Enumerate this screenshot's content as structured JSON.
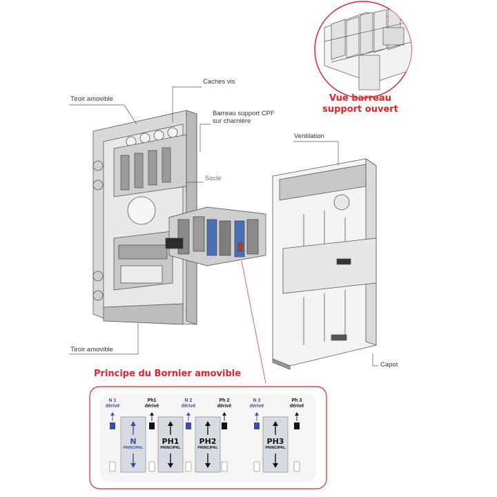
{
  "labels": {
    "tiroir_top": "Tiroir amovible",
    "caches_vis": "Caches vis",
    "barreau_line1": "Barreau support CPF",
    "barreau_line2": "sur charnière",
    "socle": "Socle",
    "ventilation": "Ventilation",
    "tiroir_bottom": "Tiroir amovible",
    "capot": "Capot"
  },
  "zoom_title": {
    "line1": "Vue barreau",
    "line2": "support ouvert"
  },
  "principe": {
    "title": "Principe du Bornier amovible",
    "top_labels": [
      {
        "l1": "N 1",
        "l2": "dérivé",
        "tone": "blue"
      },
      {
        "l1": "Ph1",
        "l2": "dérivé",
        "tone": "black"
      },
      {
        "l1": "N 2",
        "l2": "dérivé",
        "tone": "blue"
      },
      {
        "l1": "Ph 2",
        "l2": "dérivé",
        "tone": "black"
      },
      {
        "l1": "N 3",
        "l2": "dérivé",
        "tone": "blue"
      },
      {
        "l1": "Ph 3",
        "l2": "dérivé",
        "tone": "black"
      }
    ],
    "boxes": [
      {
        "title": "N",
        "sub": "PRINCIPAL",
        "tone": "blue"
      },
      {
        "title": "PH1",
        "sub": "PRINCIPAL",
        "tone": "black"
      },
      {
        "title": "PH2",
        "sub": "PRINCIPAL",
        "tone": "black"
      },
      {
        "title": "PH3",
        "sub": "PRINCIPAL",
        "tone": "black"
      }
    ]
  },
  "colors": {
    "accent_red": "#e4222a",
    "neutral_blue": "#3d4ea8",
    "box_fill": "#d7dbe1"
  }
}
